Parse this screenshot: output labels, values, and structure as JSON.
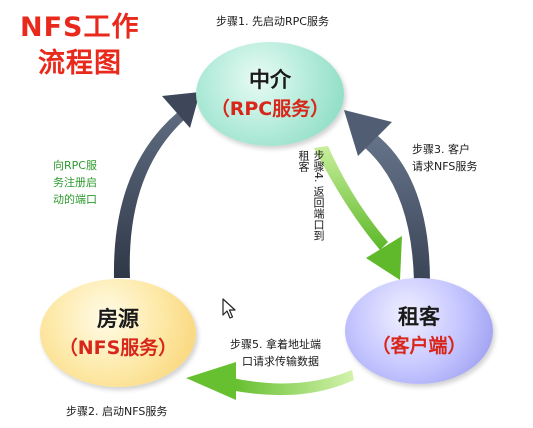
{
  "title": {
    "line1": "NFS工作",
    "line2": "流程图"
  },
  "nodes": {
    "center": {
      "name": "中介",
      "role": "（RPC服务）"
    },
    "house": {
      "name": "房源",
      "role": "（NFS服务）"
    },
    "tenant": {
      "name": "租客",
      "role": "（客户端）"
    }
  },
  "steps": {
    "step1": "步骤1. 先启动RPC服务",
    "step2": "步骤2. 启动NFS服务",
    "step3": [
      "步骤3. 客户",
      "请求NFS服务"
    ],
    "step4": [
      "步骤4. 返回端口到",
      "租客"
    ],
    "step5": [
      "步骤5. 拿着地址端",
      "口请求传输数据"
    ],
    "register": [
      "向RPC服",
      "务注册启",
      "动的端口"
    ]
  },
  "colors": {
    "title": "#e8291c",
    "role_text": "#d8261b",
    "arrow_dark": "#4a5668",
    "arrow_green": "#69c531",
    "register_text": "#2e9a2e",
    "center_node": "#b3ebda",
    "house_node": "#fde9a8",
    "tenant_node": "#c6c7ff"
  }
}
